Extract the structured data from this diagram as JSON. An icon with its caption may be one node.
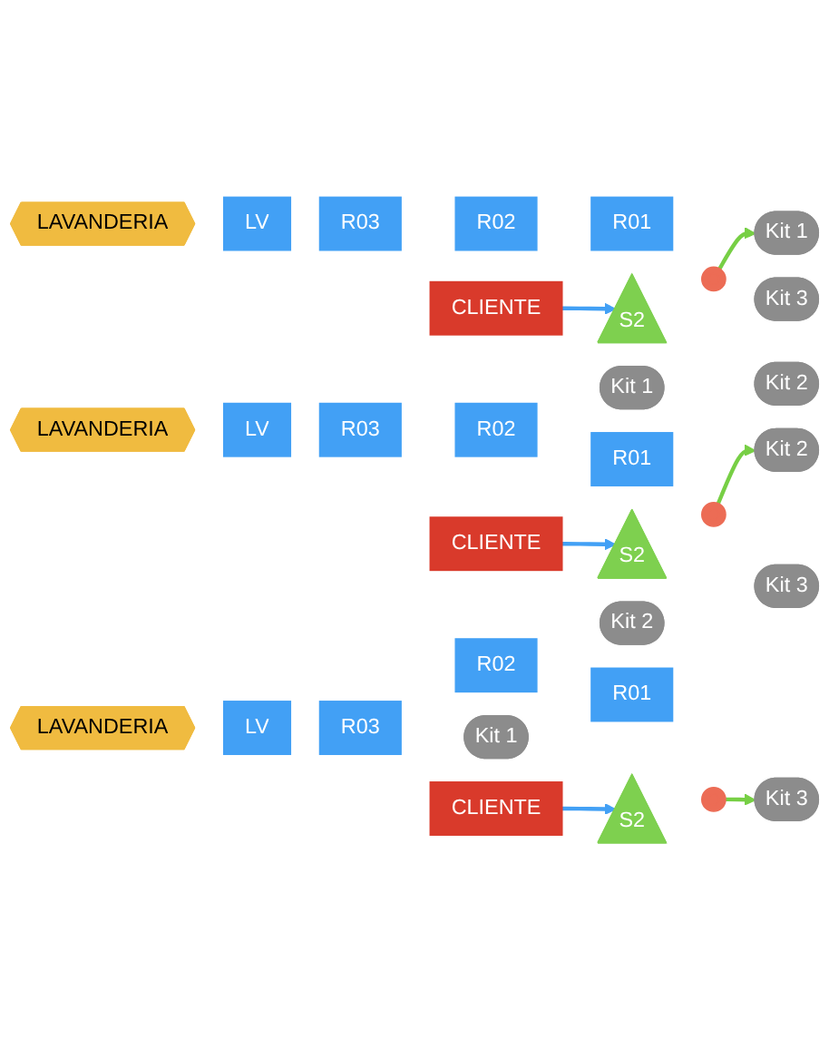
{
  "diagram": {
    "nodes": [
      {
        "text": [
          "CLIENTE"
        ]
      },
      {
        "text": [
          "LAVANDERIA"
        ]
      },
      {
        "text": [
          "LV"
        ]
      },
      {
        "text": [
          "R03"
        ]
      },
      {
        "text": [
          "R02"
        ]
      },
      {
        "text": [
          "R01"
        ]
      },
      {
        "text": [
          "S2"
        ]
      },
      {
        "text": [],
        "shape": "circle"
      },
      {
        "text": [
          "Kit 3"
        ]
      },
      {
        "text": [
          "Kit 2"
        ]
      },
      {
        "text": [
          "Kit 1"
        ]
      },
      {
        "text": [
          "CLIENTE"
        ]
      },
      {
        "text": [
          "LAVANDERIA"
        ]
      },
      {
        "text": [
          "LV"
        ]
      },
      {
        "text": [
          "R03"
        ]
      },
      {
        "text": [
          "R02"
        ]
      },
      {
        "text": [
          "Kit 1"
        ]
      },
      {
        "text": [
          "R01"
        ]
      },
      {
        "text": [
          "S2"
        ]
      },
      {
        "text": [],
        "shape": "circle"
      },
      {
        "text": [
          "Kit 3"
        ]
      },
      {
        "text": [
          "Kit 2"
        ]
      },
      {
        "text": [
          "CLIENTE"
        ]
      },
      {
        "text": [
          "LAVANDERIA"
        ]
      },
      {
        "text": [
          "LV"
        ]
      },
      {
        "text": [
          "R03"
        ]
      },
      {
        "text": [
          "Kit 1"
        ]
      },
      {
        "text": [
          "R02"
        ]
      },
      {
        "text": [
          "Kit 2"
        ]
      },
      {
        "text": [
          "R01"
        ]
      },
      {
        "text": [
          "Kit 3"
        ]
      },
      {
        "text": [
          "S2"
        ]
      },
      {
        "text": [],
        "shape": "circle"
      }
    ],
    "edges": [
      {
        "from": 0,
        "to": 6,
        "arrow": "to",
        "color": "#42a0f5"
      },
      {
        "from": 7,
        "to": 10,
        "arrow": "to",
        "color": "#77cf45"
      },
      {
        "from": 11,
        "to": 18,
        "arrow": "to",
        "color": "#42a0f5"
      },
      {
        "from": 19,
        "to": 21,
        "arrow": "to",
        "color": "#77cf45"
      },
      {
        "from": 22,
        "to": 31,
        "arrow": "to",
        "color": "#42a0f5"
      },
      {
        "from": 32,
        "to": 30,
        "arrow": "to",
        "color": "#77cf45"
      }
    ]
  }
}
